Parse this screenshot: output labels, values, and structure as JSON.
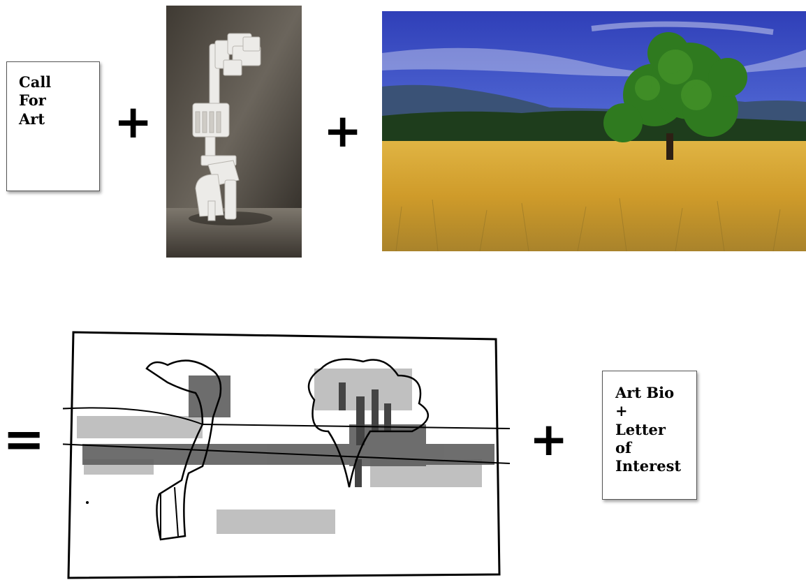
{
  "call_card": {
    "text": "Call\nFor\nArt"
  },
  "bio_card": {
    "text": "Art Bio\n+\nLetter\nof\nInterest"
  },
  "operators": {
    "plus": "+",
    "equals": "="
  },
  "images": {
    "sculpture": "sculpture-photo",
    "landscape": "landscape-photo",
    "sketch": "sketch-drawing"
  },
  "colors": {
    "sky": "#3b55c9",
    "field": "#d8a631",
    "tree": "#2f7a1f",
    "sculpture": "#e9e7e3",
    "sketch_gray": "#666666"
  }
}
